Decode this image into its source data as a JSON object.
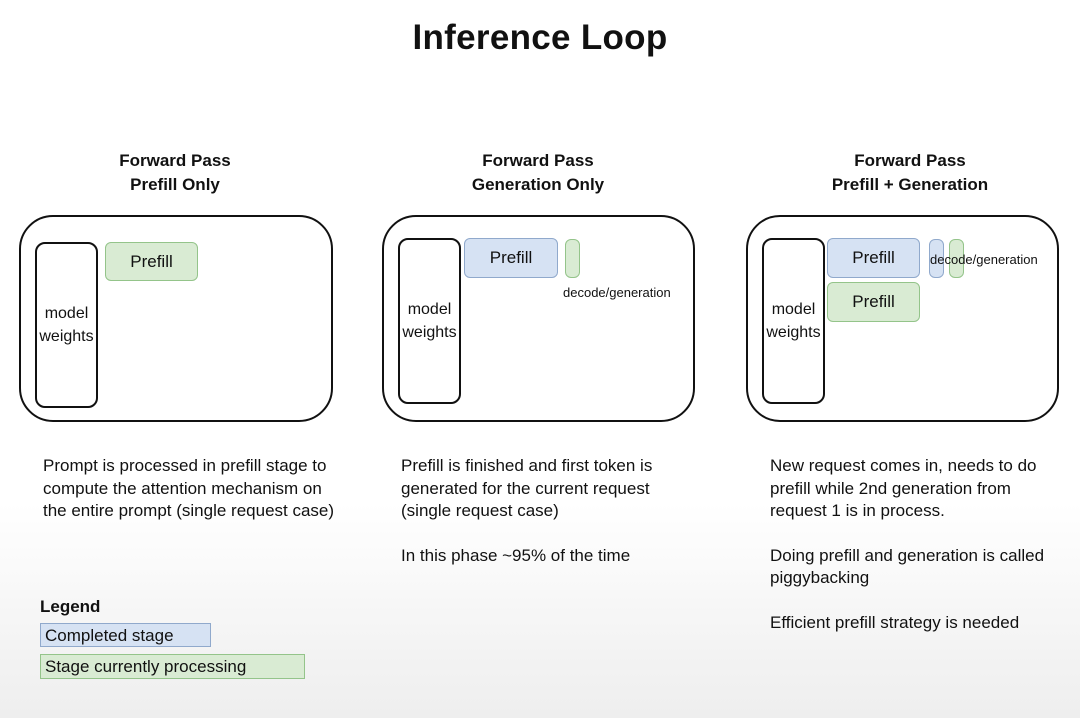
{
  "title": "Inference Loop",
  "panels": [
    {
      "heading": [
        "Forward Pass",
        "Prefill Only"
      ],
      "weights_label": [
        "model",
        "weights"
      ],
      "blocks": [
        "Prefill"
      ],
      "description": [
        "Prompt is processed in prefill stage to compute the attention mechanism on the entire prompt (single request case)"
      ]
    },
    {
      "heading": [
        "Forward Pass",
        "Generation Only"
      ],
      "weights_label": [
        "model",
        "weights"
      ],
      "blocks": [
        "Prefill"
      ],
      "decode_label": "decode/generation",
      "description": [
        "Prefill is finished and first token is generated for the current request (single request case)",
        "In this phase ~95% of the time"
      ]
    },
    {
      "heading": [
        "Forward Pass",
        "Prefill + Generation"
      ],
      "weights_label": [
        "model",
        "weights"
      ],
      "blocks": [
        "Prefill",
        "Prefill"
      ],
      "decode_label": "decode/generation",
      "description": [
        "New request comes in, needs to do prefill while 2nd generation from request 1 is in process.",
        "Doing prefill and generation is called piggybacking",
        "Efficient prefill strategy is needed"
      ]
    }
  ],
  "legend": {
    "title": "Legend",
    "items": [
      "Completed stage",
      "Stage currently processing"
    ]
  },
  "colors": {
    "completed_fill": "#d6e2f3",
    "completed_border": "#90a9cc",
    "processing_fill": "#d9ebd3",
    "processing_border": "#94c48a"
  }
}
